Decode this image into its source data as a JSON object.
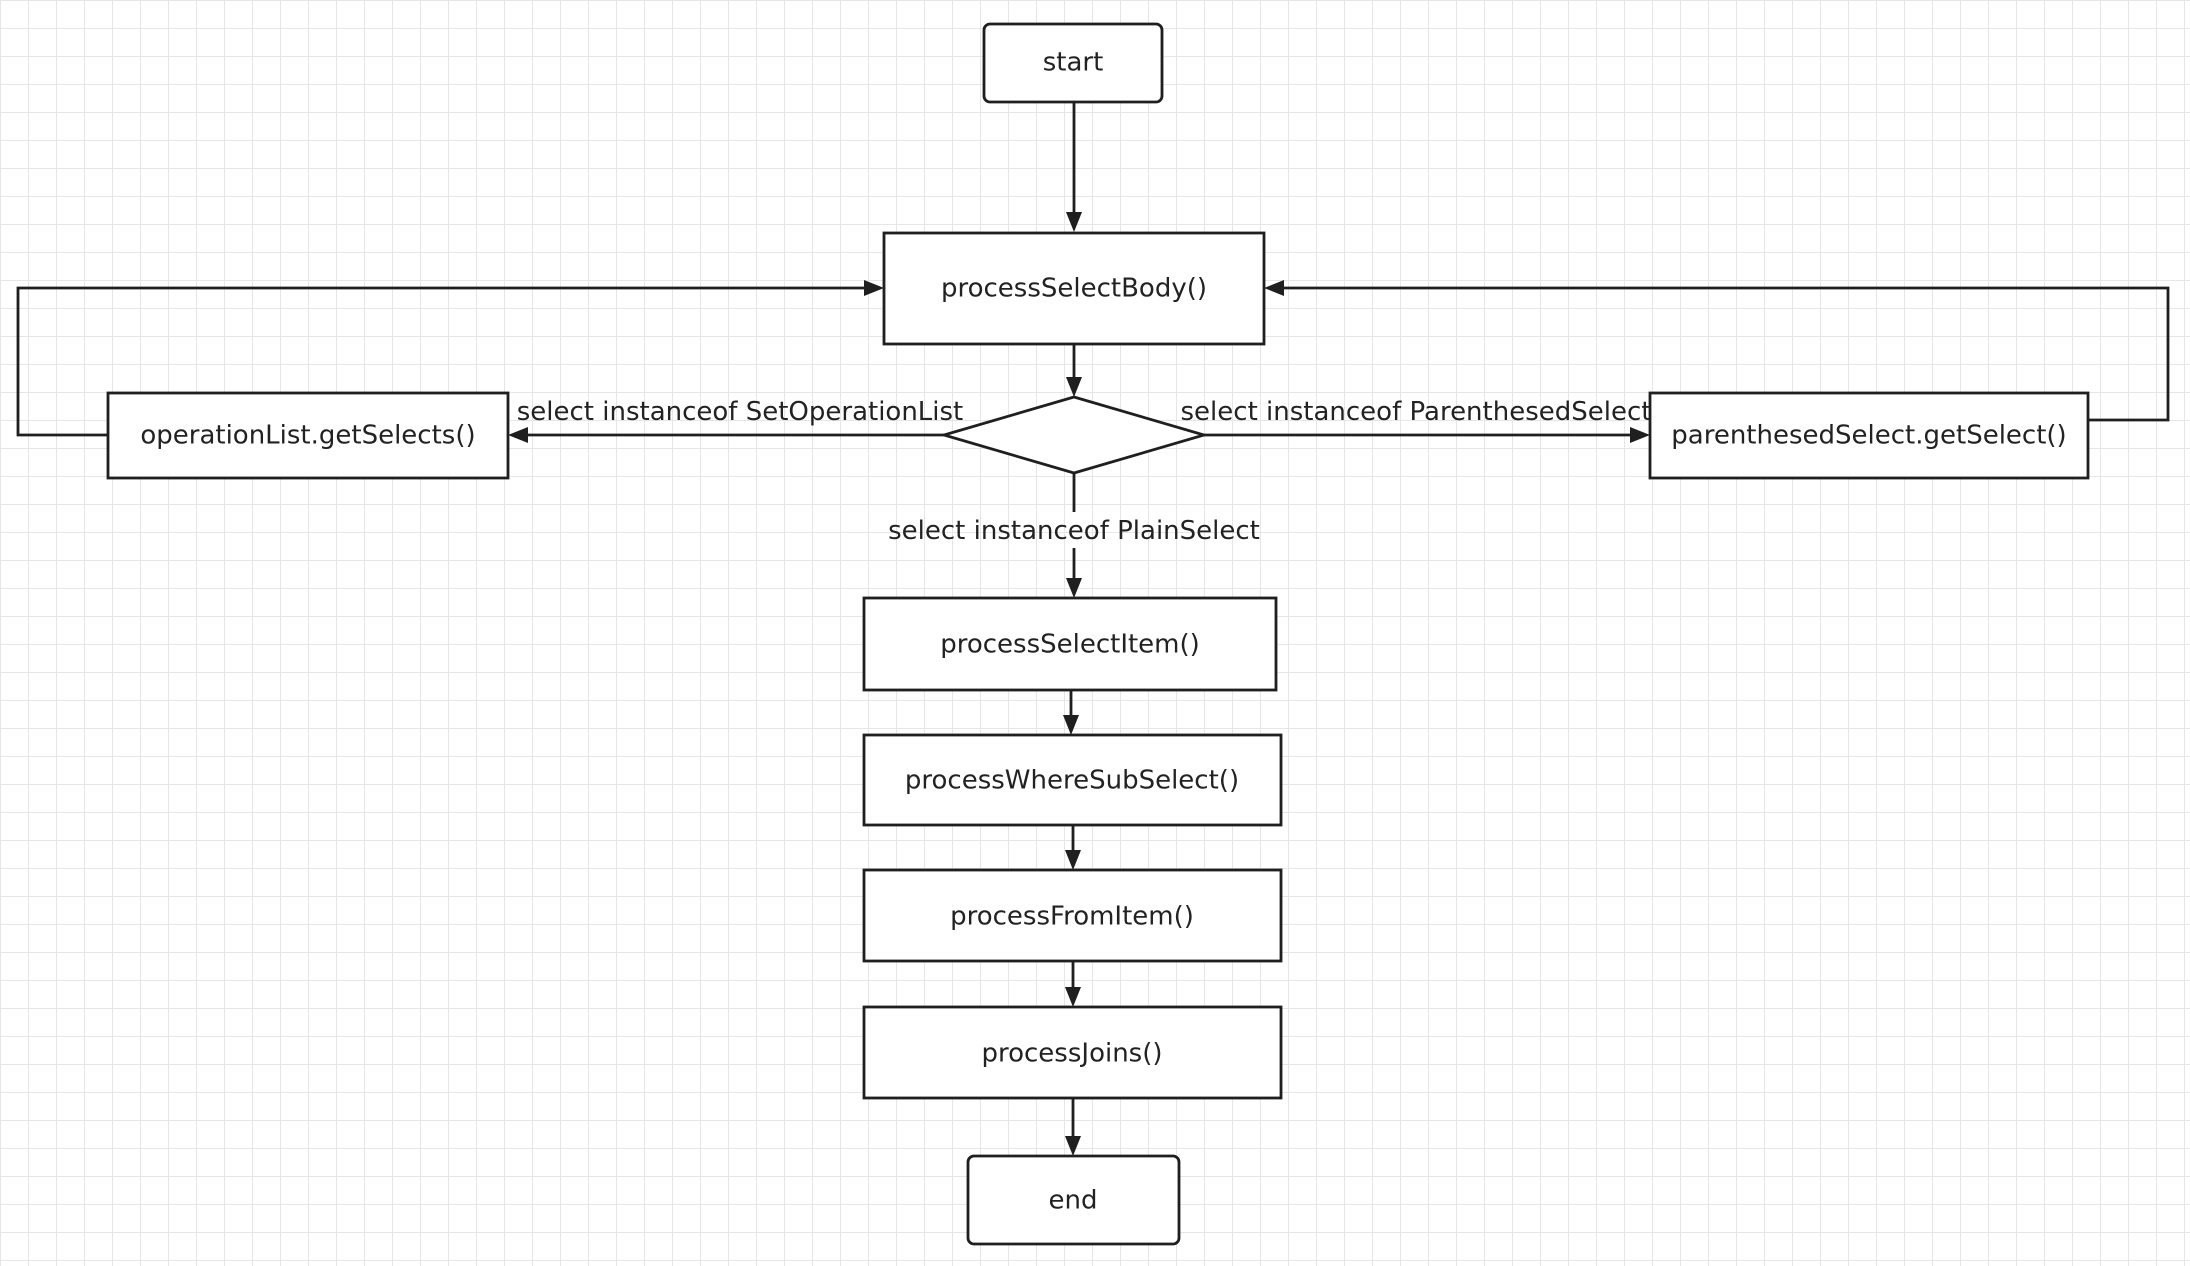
{
  "diagram": {
    "nodes": {
      "start": "start",
      "process_select_body": "processSelectBody()",
      "decision": "",
      "operation_list_get_selects": "operationList.getSelects()",
      "parenthesed_select_get_select": "parenthesedSelect.getSelect()",
      "process_select_item": "processSelectItem()",
      "process_where_sub_select": "processWhereSubSelect()",
      "process_from_item": "processFromItem()",
      "process_joins": "processJoins()",
      "end": "end"
    },
    "edge_labels": {
      "set_operation_list": "select instanceof SetOperationList",
      "parenthesed_select": "select instanceof ParenthesedSelect",
      "plain_select": "select instanceof PlainSelect"
    },
    "colors": {
      "stroke": "#1f1f1f",
      "text": "#222222",
      "grid": "#e6e6e6",
      "background": "#ffffff"
    }
  }
}
